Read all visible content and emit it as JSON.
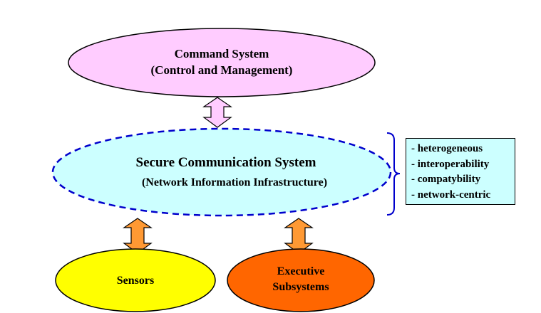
{
  "nodes": {
    "command": {
      "line1": "Command System",
      "line2": "(Control and Management)",
      "fill": "#ffccff"
    },
    "secure": {
      "line1": "Secure Communication System",
      "line2": "(Network Information Infrastructure)",
      "fill": "#ccffff",
      "border": "#0000cc"
    },
    "sensors": {
      "label": "Sensors",
      "fill": "#ffff00"
    },
    "executive": {
      "line1": "Executive",
      "line2": "Subsystems",
      "fill": "#ff6600"
    }
  },
  "connectors": {
    "command_secure": {
      "fill": "#ffccff",
      "direction": "bidirectional"
    },
    "secure_sensors": {
      "fill": "#ff9933",
      "direction": "bidirectional"
    },
    "secure_executive": {
      "fill": "#ff9933",
      "direction": "bidirectional"
    }
  },
  "properties": {
    "bracket_color": "#0000cc",
    "box_fill": "#ccffff",
    "items": [
      "- heterogeneous",
      "- interoperability",
      "- compatybility",
      "- network-centric"
    ]
  }
}
